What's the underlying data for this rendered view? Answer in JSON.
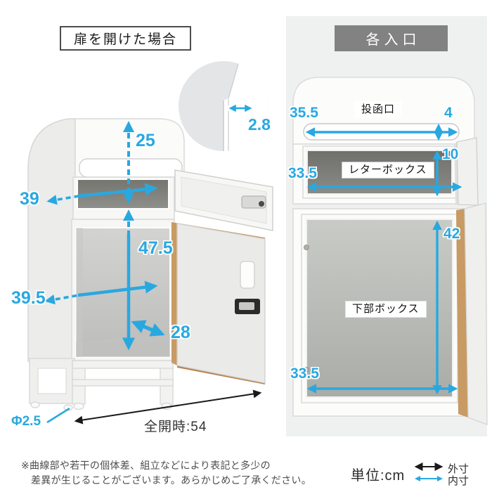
{
  "colors": {
    "dimension_blue": "#29a8e0",
    "outer_black": "#1a1a1a",
    "panel_gray": "#eff0f0",
    "header_gray": "#828282",
    "wood_edge": "#c79b63"
  },
  "left": {
    "title": "扉を開けた場合",
    "dims": {
      "hood_height": "25",
      "letter_width": "39",
      "lower_height": "47.5",
      "lower_width": "39.5",
      "depth": "28",
      "edge_detail": "2.8",
      "foot_diameter": "Φ2.5",
      "full_open": "全開時:54"
    }
  },
  "right": {
    "title": "各入口",
    "slot": {
      "label": "投函口",
      "width": "35.5",
      "height": "4"
    },
    "letter": {
      "label": "レターボックス",
      "width": "33.5",
      "height": "10"
    },
    "lower": {
      "label": "下部ボックス",
      "width": "33.5",
      "height": "42"
    }
  },
  "footer": {
    "note1": "※曲線部や若干の個体差、組立などにより表記と多少の",
    "note2": "差異が生じることがございます。あらかじめご了承ください。",
    "unit": "単位:cm",
    "legend_outer": "外寸",
    "legend_inner": "内寸"
  }
}
